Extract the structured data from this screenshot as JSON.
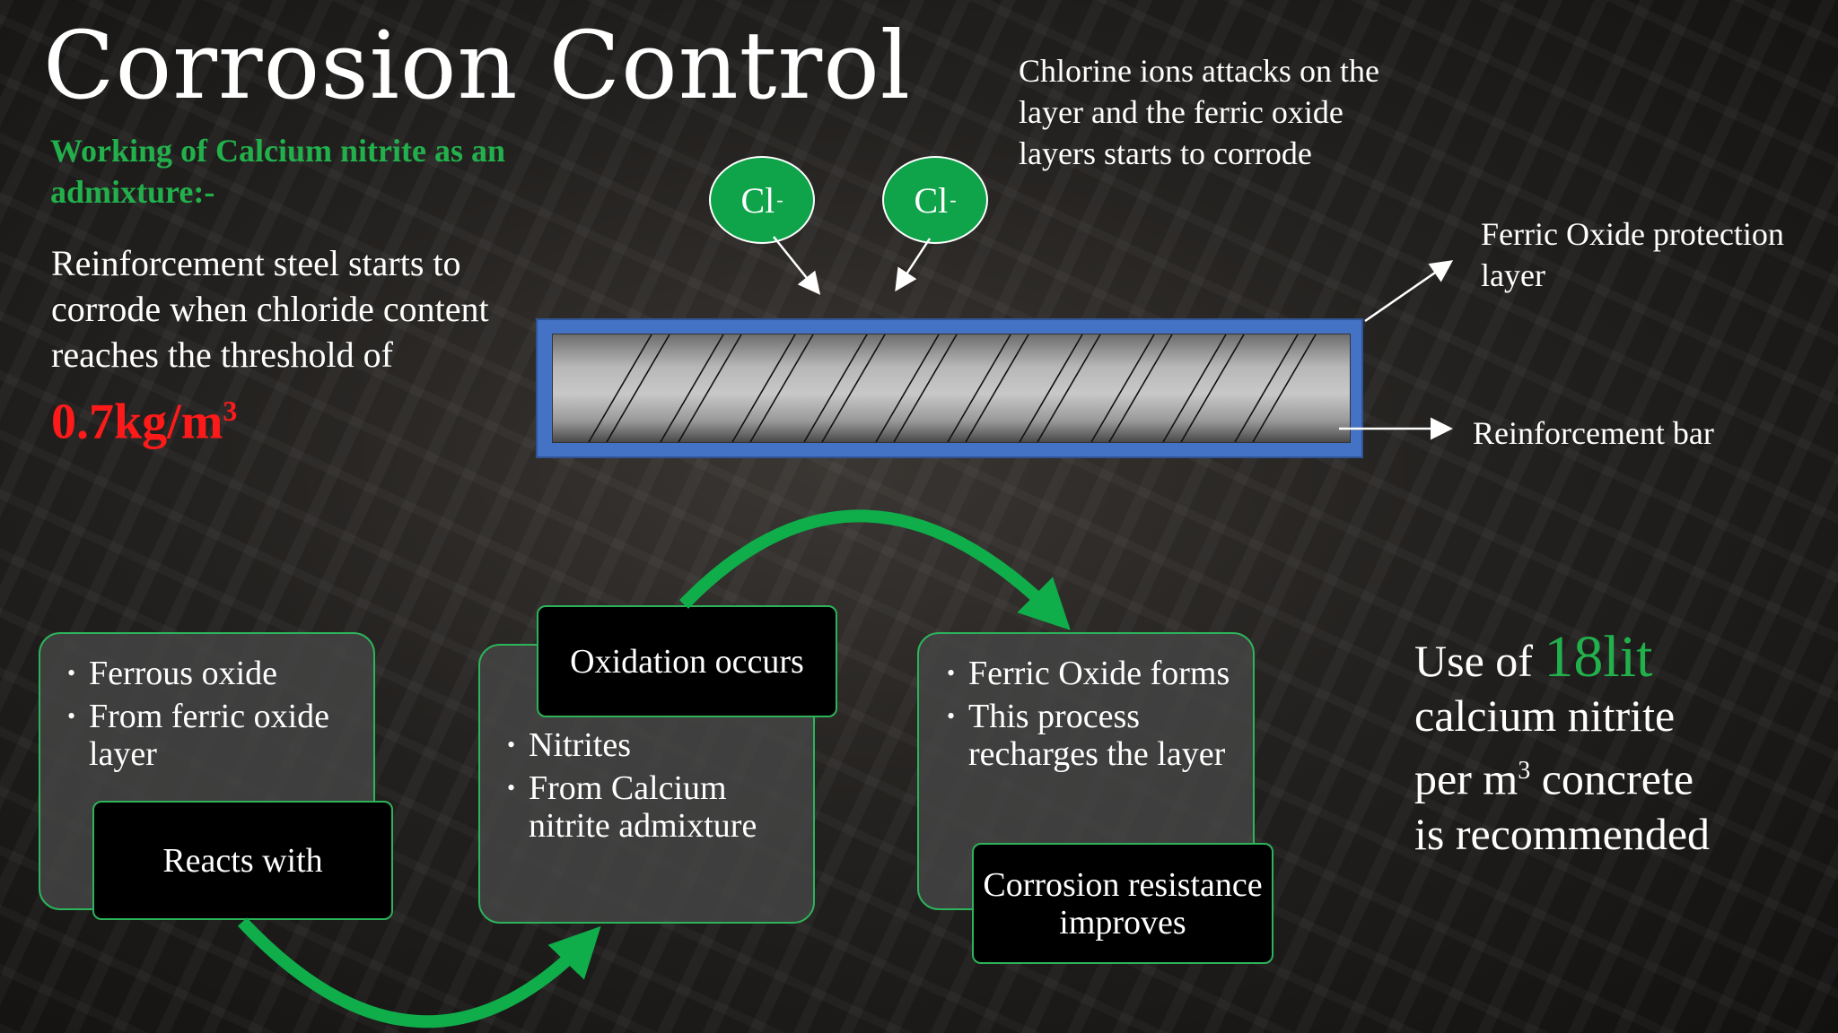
{
  "slide": {
    "title": "Corrosion Control",
    "subtitle": "Working of Calcium nitrite as an admixture:-",
    "intro": {
      "text": "Reinforcement steel starts to corrode when chloride content reaches the threshold of",
      "value": "0.7kg/m",
      "value_sup": "3"
    },
    "chlorine_note": "Chlorine ions attacks on the layer and the ferric oxide layers starts to corrode",
    "ions": [
      {
        "symbol": "Cl",
        "charge": "-"
      },
      {
        "symbol": "Cl",
        "charge": "-"
      }
    ],
    "labels": {
      "ferric_oxide": "Ferric Oxide protection layer",
      "reinforcement_bar": "Reinforcement bar"
    },
    "process": [
      {
        "bullets": [
          "Ferrous oxide",
          "From ferric oxide layer"
        ],
        "tag": "Reacts with"
      },
      {
        "bullets": [
          "Nitrites",
          "From Calcium nitrite admixture"
        ],
        "tag": "Oxidation occurs"
      },
      {
        "bullets": [
          "Ferric Oxide forms",
          "This process recharges the layer"
        ],
        "tag": "Corrosion resistance improves"
      }
    ],
    "recommendation": {
      "prefix": "Use of",
      "highlight": "18lit",
      "line2": "calcium nitrite",
      "line3_a": "per m",
      "line3_sup": "3",
      "line3_b": " concrete",
      "line4": "is recommended"
    },
    "colors": {
      "accent_green": "#22b04c",
      "threshold_red": "#ff1a1a",
      "bar_blue": "#4472c4",
      "ion_green": "#0fa34a"
    }
  }
}
